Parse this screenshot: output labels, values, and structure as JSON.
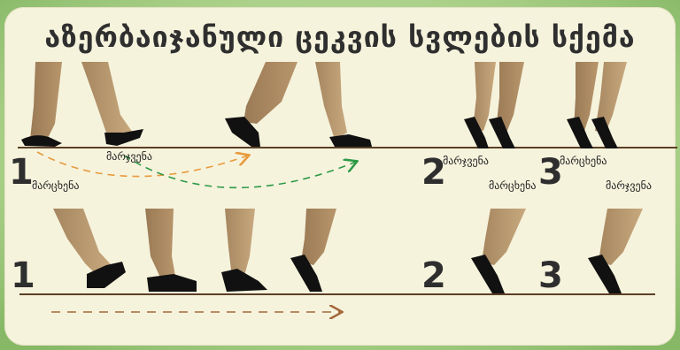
{
  "title": "აზერბაიჯანული ცეკვის სვლების სქემა",
  "steps": {
    "top_1": "1",
    "top_2": "2",
    "top_3": "3",
    "bottom_1": "1",
    "bottom_2": "2",
    "bottom_3": "3"
  },
  "labels": {
    "top_right_foot": "მარჯვენა",
    "top_left_foot": "მარცხენა",
    "step2_right": "მარჯვენა",
    "step2_left": "მარცხენა",
    "step3_left": "მარცხენა",
    "step3_right": "მარჯვენა"
  },
  "colors": {
    "background_green": "#a8cf86",
    "card": "#f6f3dd",
    "skin_light": "#c8a97e",
    "skin_dark": "#a6865f",
    "shoe": "#111111",
    "floor": "#5a3f25",
    "arrow_orange": "#e89a3c",
    "arrow_green": "#2e9a47",
    "arrow_brown": "#a5673a"
  }
}
